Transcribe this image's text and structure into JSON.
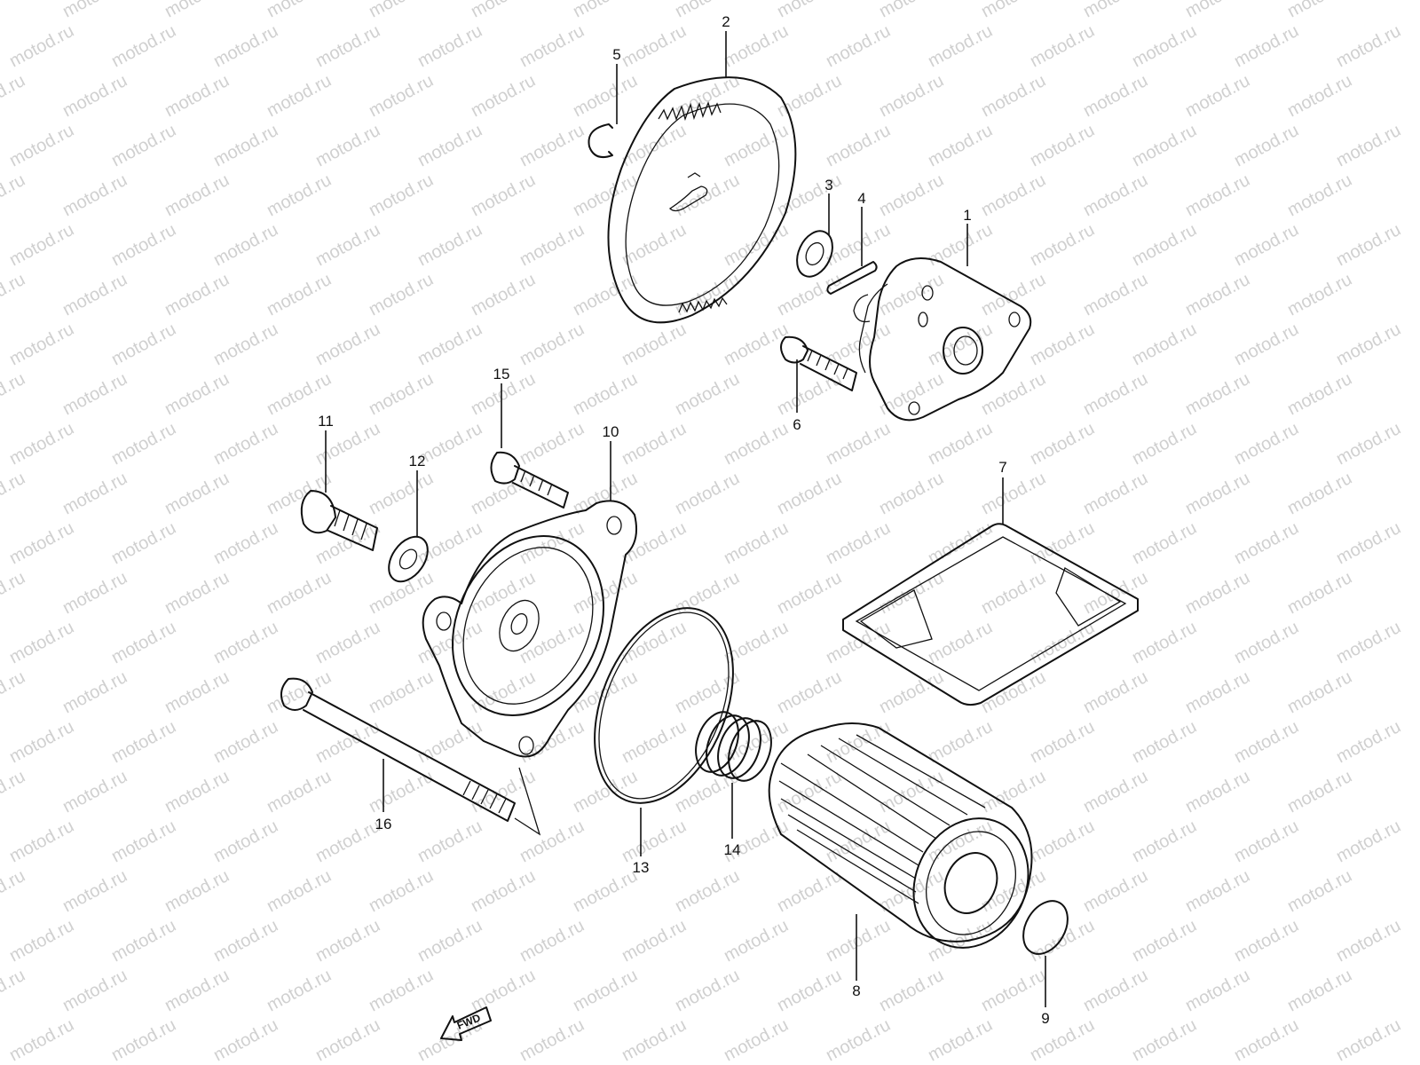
{
  "watermark": {
    "text": "motod.ru",
    "color": "#d0d0d0"
  },
  "callouts": [
    "1",
    "2",
    "3",
    "4",
    "5",
    "6",
    "7",
    "8",
    "9",
    "10",
    "11",
    "12",
    "13",
    "14",
    "15",
    "16"
  ],
  "direction_arrow": {
    "label": "FWD",
    "icon": "fwd-arrow-icon"
  },
  "line_color": "#111111"
}
